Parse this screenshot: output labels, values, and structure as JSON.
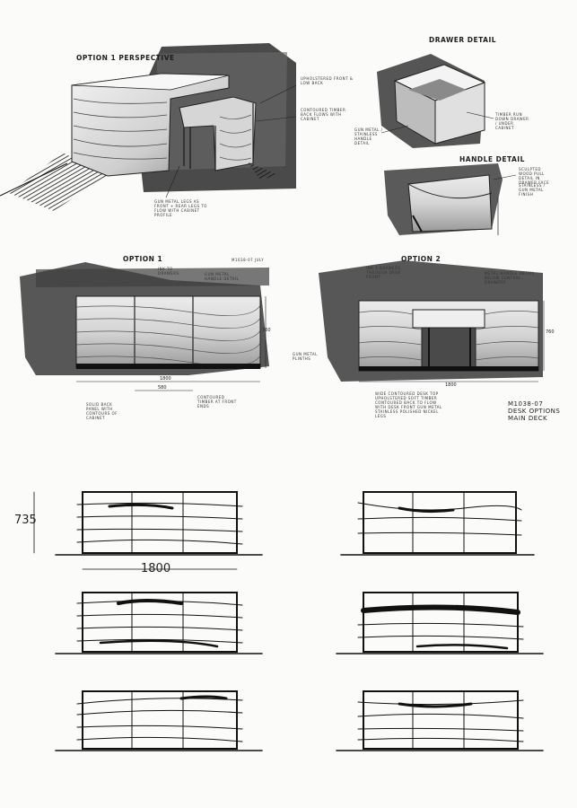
{
  "sheet": {
    "code": "M1038-07",
    "subtitle1": "DESK OPTIONS",
    "subtitle2": "MAIN DECK"
  },
  "sketch_perspective": {
    "title": "OPTION 1 PERSPECTIVE",
    "notes": [
      "Upholstered Front & Low Back",
      "Contoured Timber Back Flows With Cabinet",
      "Gun Metal Legs As Front + Rear Legs To Flow With Cabinet Profile"
    ]
  },
  "sketch_drawer": {
    "title": "DRAWER DETAIL",
    "notes": [
      "Gun Metal / Stainless Handle Detail",
      "Timber Run Down Drawer / Under Cabinet"
    ]
  },
  "sketch_handle": {
    "title": "HANDLE DETAIL",
    "notes": [
      "Sculpted Wood Pull Detail In Drawer Face",
      "Stainless / Gun Metal Finish"
    ]
  },
  "option1": {
    "title": "OPTION 1",
    "ref": "M1038-07 July",
    "notes": [
      "Ink To Drawers",
      "Gun Metal Handle Detail",
      "Solid Back Panel With Contours Of Cabinet",
      "Contoured Timber At Front Ends"
    ],
    "dims": [
      "1800",
      "580",
      "760"
    ]
  },
  "option2": {
    "title": "OPTION 2",
    "notes": [
      "Ink 3 Drawers Through Desk Front",
      "Metal Handle Detail Below Central Drawers",
      "Gun Metal Plinths",
      "Wide Contoured Desk Top Upholstered Soft Timber Contoured Back To Flow With Desk Front Gun Metal Stainless Polished Nickel Legs"
    ],
    "dims": [
      "1800",
      "760"
    ]
  },
  "elevations": {
    "height_label": "735",
    "width_label": "1800"
  }
}
